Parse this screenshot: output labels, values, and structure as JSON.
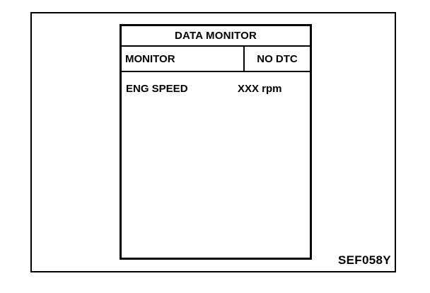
{
  "screen": {
    "title": "DATA MONITOR",
    "header": {
      "left": "MONITOR",
      "right": "NO DTC"
    },
    "rows": [
      {
        "label": "ENG SPEED",
        "value": "XXX rpm"
      }
    ]
  },
  "figure_code": "SEF058Y"
}
